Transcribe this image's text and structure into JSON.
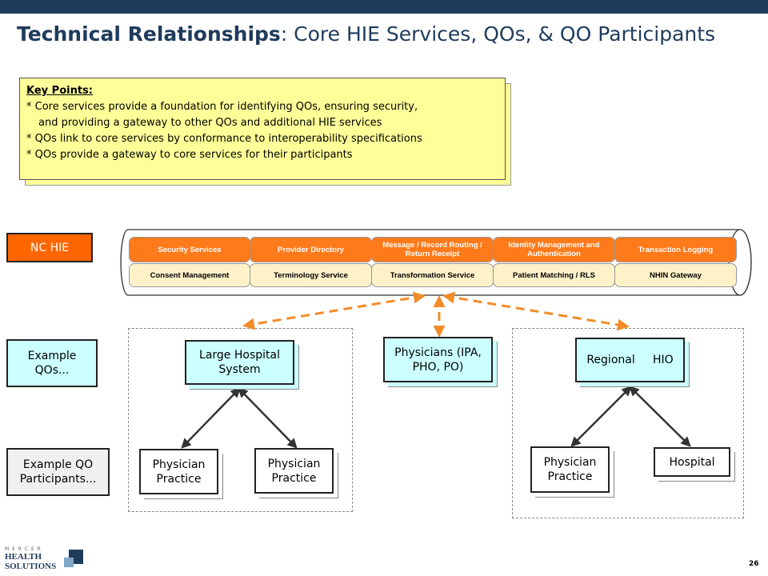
{
  "header": {
    "title_bold": "Technical Relationships",
    "title_rest": ": Core HIE Services, QOs, & QO Participants"
  },
  "key_points": {
    "title": "Key Points:",
    "lines": [
      "* Core services provide a foundation for identifying QOs, ensuring security,",
      "and providing a gateway to other QOs and additional HIE services",
      "* QOs link to core services by conformance to interoperability specifications",
      "* QOs provide a gateway to core services for their participants"
    ]
  },
  "row_labels": {
    "nc_hie": "NC HIE",
    "example_qos": "Example QOs...",
    "example_qo_participants": "Example QO Participants..."
  },
  "core_services": {
    "top_row": [
      "Security Services",
      "Provider Directory",
      "Message / Record Routing / Return Receipt",
      "Identity Management and Authentication",
      "Transaction Logging"
    ],
    "bottom_row": [
      "Consent Management",
      "Terminology Service",
      "Transformation Service",
      "Patient Matching / RLS",
      "NHIN Gateway"
    ]
  },
  "qos": {
    "large_hospital": "Large Hospital System",
    "physicians": "Physicians (IPA, PHO, PO)",
    "regional": "Regional     HIO"
  },
  "participants": {
    "left_practice_1": "Physician Practice",
    "left_practice_2": "Physician Practice",
    "right_practice": "Physician Practice",
    "hospital": "Hospital"
  },
  "footer": {
    "logo_top": "M E R C E R",
    "logo_line1": "HEALTH",
    "logo_line2": "SOLUTIONS",
    "page_number": "26"
  },
  "colors": {
    "navy": "#1f3b5c",
    "orange": "#ff6600",
    "arrow_orange": "#f28c28",
    "cyan": "#ccffff",
    "note_yellow": "#ffff99",
    "cream": "#fff2c9"
  }
}
